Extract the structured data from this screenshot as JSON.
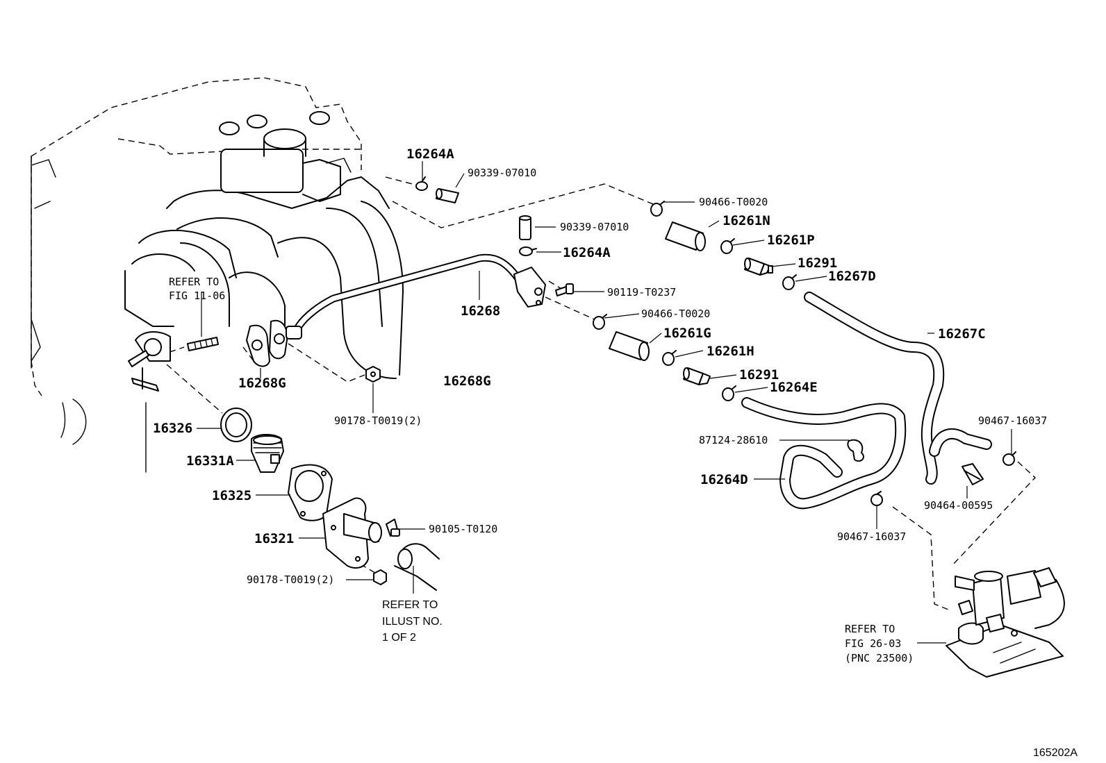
{
  "part_labels": {
    "p16264A_top": "16264A",
    "p90339_top": "90339-07010",
    "p90466_top": "90466-T0020",
    "p16261N": "16261N",
    "p90339_mid": "90339-07010",
    "p16261P": "16261P",
    "p16264A_mid": "16264A",
    "p16291_top": "16291",
    "p16267D": "16267D",
    "p90119": "90119-T0237",
    "p16268": "16268",
    "p90466_mid": "90466-T0020",
    "p16267C": "16267C",
    "p16261G": "16261G",
    "p16261H": "16261H",
    "p16291_mid": "16291",
    "p16264E": "16264E",
    "p16268G_left": "16268G",
    "p16268G_right": "16268G",
    "p90178_top": "90178-T0019(2)",
    "p16326": "16326",
    "p16331A": "16331A",
    "p16325": "16325",
    "p16321": "16321",
    "p90105": "90105-T0120",
    "p90178_bot": "90178-T0019(2)",
    "p87124": "87124-28610",
    "p16264D": "16264D",
    "p90467_right": "90467-16037",
    "p90464": "90464-00595",
    "p90467_bot": "90467-16037"
  },
  "refer_notes": {
    "fig1106_line1": "REFER TO",
    "fig1106_line2": "FIG 11-06",
    "illust_line1": "REFER TO",
    "illust_line2": "ILLUST NO.",
    "illust_line3": "1 OF 2",
    "fig2603_line1": "REFER TO",
    "fig2603_line2": "FIG 26-03",
    "fig2603_line3": "(PNC 23500)"
  },
  "figure_id": "165202A"
}
